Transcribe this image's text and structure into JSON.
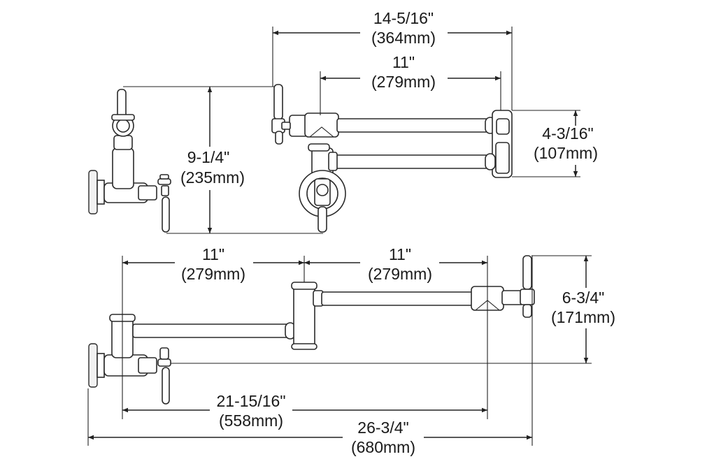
{
  "dimensions": {
    "top_overall": {
      "inch": "14-5/16\"",
      "mm": "(364mm)"
    },
    "top_arm": {
      "inch": "11\"",
      "mm": "(279mm)"
    },
    "top_height": {
      "inch": "9-1/4\"",
      "mm": "(235mm)"
    },
    "top_side": {
      "inch": "4-3/16\"",
      "mm": "(107mm)"
    },
    "bottom_arm_left": {
      "inch": "11\"",
      "mm": "(279mm)"
    },
    "bottom_arm_right": {
      "inch": "11\"",
      "mm": "(279mm)"
    },
    "bottom_height": {
      "inch": "6-3/4\"",
      "mm": "(171mm)"
    },
    "bottom_reach": {
      "inch": "21-15/16\"",
      "mm": "(558mm)"
    },
    "bottom_overall": {
      "inch": "26-3/4\"",
      "mm": "(680mm)"
    }
  }
}
